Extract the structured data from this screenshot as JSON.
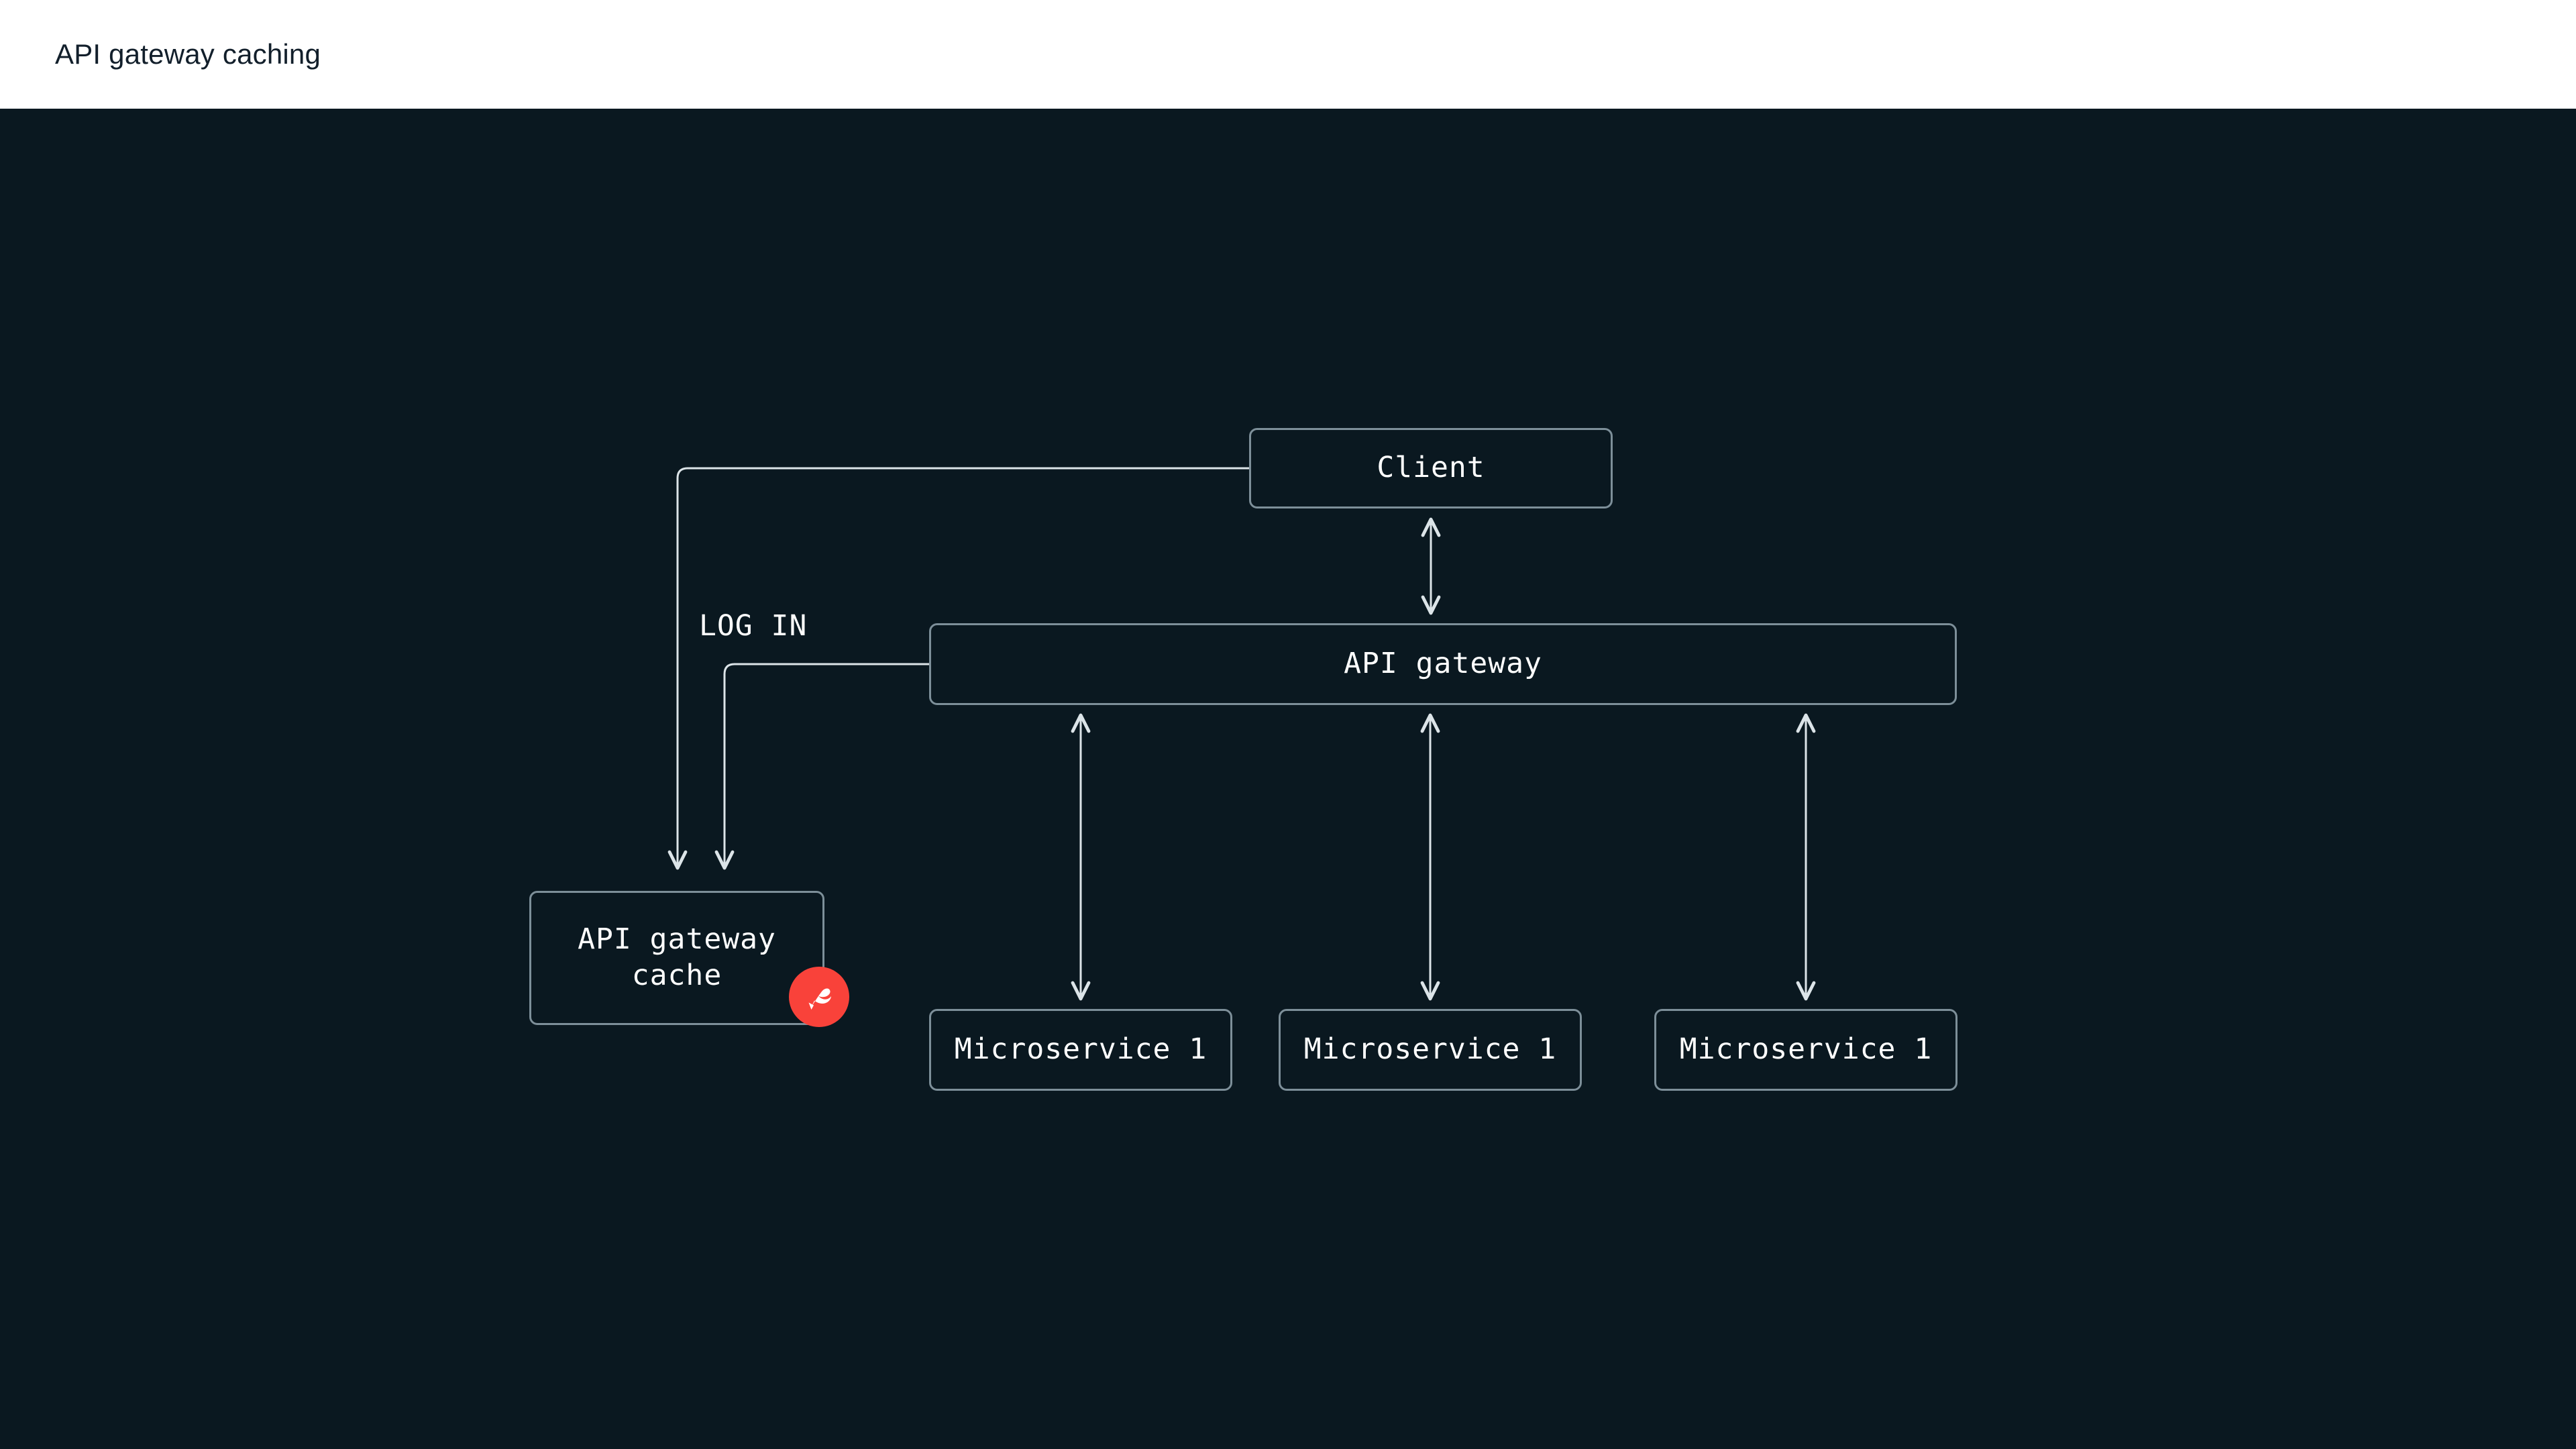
{
  "header": {
    "title": "API gateway caching",
    "background": "#ffffff",
    "text_color": "#121f2b"
  },
  "canvas": {
    "background": "#0a1820",
    "node_border_color": "#7d8f99",
    "node_text_color": "#ffffff",
    "edge_color": "#dce4e8"
  },
  "diagram": {
    "type": "flowchart",
    "nodes": [
      {
        "id": "client",
        "label": "Client"
      },
      {
        "id": "gateway",
        "label": "API gateway"
      },
      {
        "id": "cache",
        "label": "API gateway\ncache"
      },
      {
        "id": "ms1",
        "label": "Microservice 1"
      },
      {
        "id": "ms2",
        "label": "Microservice 1"
      },
      {
        "id": "ms3",
        "label": "Microservice 1"
      }
    ],
    "edges": [
      {
        "from": "client",
        "to": "cache",
        "label": "LOG IN",
        "direction": "one-way"
      },
      {
        "from": "client",
        "to": "gateway",
        "label": "",
        "direction": "two-way"
      },
      {
        "from": "gateway",
        "to": "cache",
        "label": "",
        "direction": "one-way"
      },
      {
        "from": "gateway",
        "to": "ms1",
        "label": "",
        "direction": "two-way"
      },
      {
        "from": "gateway",
        "to": "ms2",
        "label": "",
        "direction": "two-way"
      },
      {
        "from": "gateway",
        "to": "ms3",
        "label": "",
        "direction": "two-way"
      }
    ],
    "edge_labels": {
      "log_in": "LOG IN"
    }
  },
  "badge": {
    "name": "rocket-logo-icon",
    "color": "#f9423a",
    "glyph_color": "#ffffff"
  }
}
